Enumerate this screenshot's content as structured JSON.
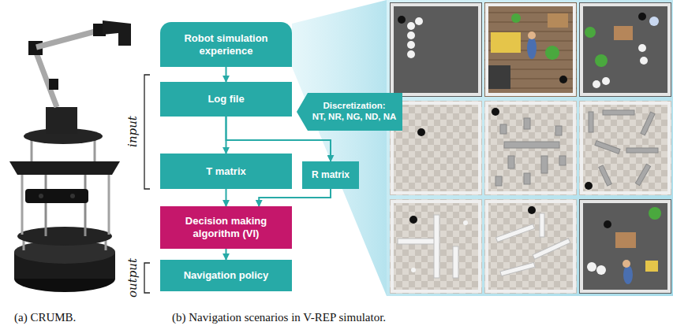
{
  "diagram": {
    "nodes": [
      {
        "text": [
          "Robot simulation experience"
        ]
      },
      {
        "text": [
          "Log file"
        ]
      },
      {
        "text": [
          "Discretization:",
          "NT, NR, NG, ND, NA"
        ]
      },
      {
        "text": [
          "T matrix"
        ]
      },
      {
        "text": [
          "R matrix"
        ]
      },
      {
        "text": [
          "Decision making algorithm (VI)"
        ]
      },
      {
        "text": [
          "Navigation policy"
        ]
      }
    ],
    "edges": [
      {
        "from": 0,
        "to": 1,
        "arrow": "to"
      },
      {
        "from": 1,
        "to": 3,
        "arrow": "to"
      },
      {
        "from": 1,
        "to": 4,
        "arrow": "to"
      },
      {
        "from": 3,
        "to": 5,
        "arrow": "to"
      },
      {
        "from": 4,
        "to": 5,
        "arrow": "to"
      },
      {
        "from": 5,
        "to": 6,
        "arrow": "to"
      }
    ],
    "labels": [
      "input",
      "output",
      "(a) CRUMB.",
      "(b) Navigation scenarios in V-REP simulator."
    ]
  }
}
